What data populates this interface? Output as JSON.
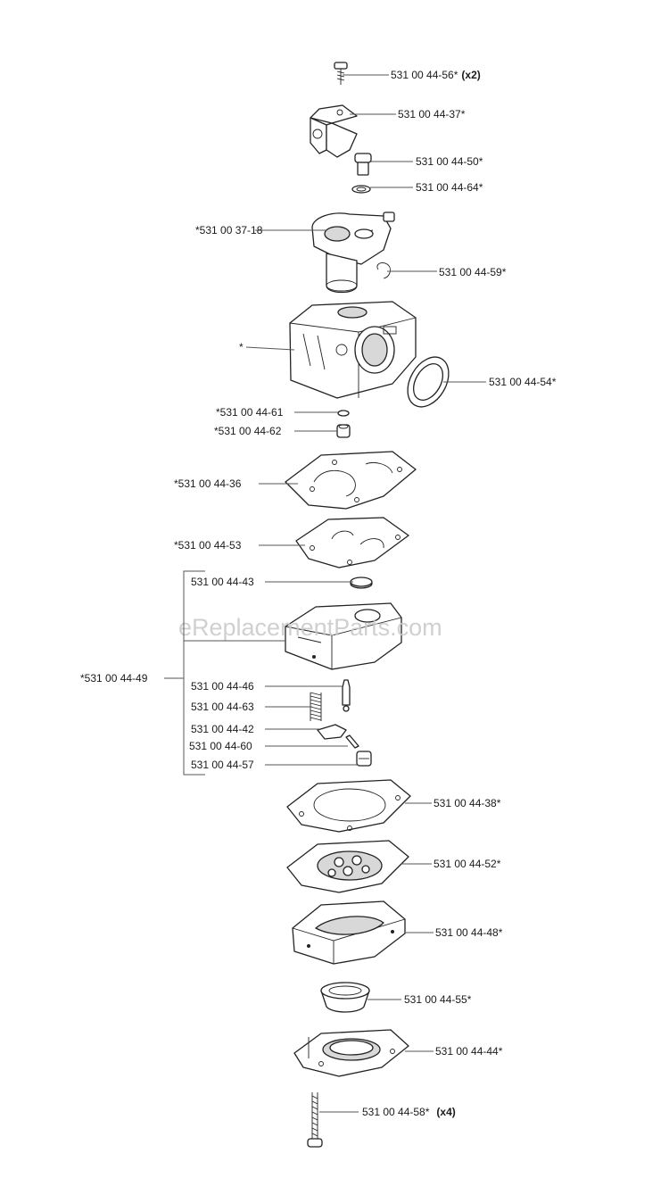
{
  "watermark": "eReplacementParts.com",
  "labels": {
    "p5644": "531 00 44-56*",
    "p5644_qty": "(x2)",
    "p4437": "531 00 44-37*",
    "p4450": "531 00 44-50*",
    "p4464": "531 00 44-64*",
    "p3718": "*531 00 37-18",
    "p4459": "531 00 44-59*",
    "body": "*",
    "p4454": "531 00 44-54*",
    "p4461": "*531 00 44-61",
    "p4462": "*531 00 44-62",
    "p4436": "*531 00 44-36",
    "p4453": "*531 00 44-53",
    "p4449": "*531 00 44-49",
    "p4443": "531 00 44-43",
    "p4446": "531 00 44-46",
    "p4463": "531 00 44-63",
    "p4442": "531 00 44-42",
    "p4460": "531 00 44-60",
    "p4457": "531 00 44-57",
    "p4438": "531 00 44-38*",
    "p4452": "531 00 44-52*",
    "p4448": "531 00 44-48*",
    "p4455": "531 00 44-55*",
    "p4444": "531 00 44-44*",
    "p4458": "531 00 44-58*",
    "p4458_qty": "(x4)"
  }
}
